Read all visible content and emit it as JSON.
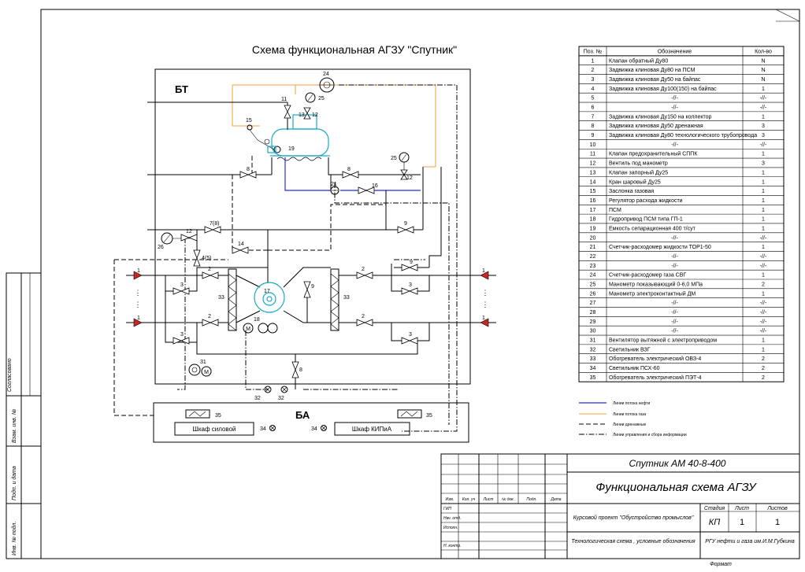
{
  "diagram": {
    "title": "Схема функциональная АГЗУ \"Спутник\"",
    "block_bt": "БТ",
    "block_ba": "БА",
    "cabinet_power": "Шкаф силовой",
    "cabinet_kip": "Шкаф КИПиА",
    "labels": {
      "l11": "11",
      "l13": "13",
      "l12a": "12",
      "l24": "24",
      "l25a": "25",
      "l15": "15",
      "l19": "19",
      "l8a": "8",
      "l8b": "8",
      "l21": "21",
      "l16": "16",
      "l25b": "25",
      "l12b": "12",
      "l7": "7(8)",
      "l9a": "9",
      "l26": "26",
      "l12c": "12",
      "l14": "14",
      "l4": "4(5)",
      "l9b": "9",
      "l1a": "1",
      "l1b": "1",
      "l1c": "1",
      "l1d": "1",
      "l2a": "2",
      "l2b": "2",
      "l2c": "2",
      "l2d": "2",
      "l3a": "3",
      "l3b": "3",
      "l3c": "3",
      "l3d": "3",
      "l33a": "33",
      "l33b": "33",
      "l17": "17",
      "l9c": "9",
      "l18": "18",
      "l31": "31",
      "l8c": "8",
      "l32a": "32",
      "l32b": "32",
      "l35a": "35",
      "l35b": "35",
      "l34a": "34",
      "l34b": "34"
    },
    "legend": [
      "Линии потока нефти",
      "Линии потока газа",
      "Линии дренажные",
      "Линии управления и сбора информации"
    ]
  },
  "spec_table": {
    "headers": [
      "Поз. №",
      "Обозначение",
      "Кол-во"
    ],
    "rows": [
      [
        "1",
        "Клапан обратный Ду80",
        "N"
      ],
      [
        "2",
        "Задвижка клиновая Ду80 на ПСМ",
        "N"
      ],
      [
        "3",
        "Задвижка клиновая Ду50 на байпас",
        "N"
      ],
      [
        "4",
        "Задвижка клиновая Ду100(150) на байпас",
        "1"
      ],
      [
        "5",
        "-//-",
        "-//-"
      ],
      [
        "6",
        "-//-",
        "-//-"
      ],
      [
        "7",
        "Задвижка клиновая Ду150 на коллектор",
        "1"
      ],
      [
        "8",
        "Задвижка клиновая Ду50 дренажная",
        "3"
      ],
      [
        "9",
        "Задвижка клиновая Ду80 технологического трубопровода",
        "3"
      ],
      [
        "10",
        "-//-",
        "-//-"
      ],
      [
        "11",
        "Клапан предохранительный СППК",
        "1"
      ],
      [
        "12",
        "Вентиль под манометр",
        "3"
      ],
      [
        "13",
        "Клапан запорный Ду25",
        "1"
      ],
      [
        "14",
        "Кран шаровый Ду25",
        "1"
      ],
      [
        "15",
        "Заслонка газовая",
        "1"
      ],
      [
        "16",
        "Регулятор расхода жидкости",
        "1"
      ],
      [
        "17",
        "ПСМ",
        "1"
      ],
      [
        "18",
        "Гидропривод ПСМ типа ГП-1",
        "1"
      ],
      [
        "19",
        "Емкость сепарационная 400 т/сут",
        "1"
      ],
      [
        "20",
        "-//-",
        "-//-"
      ],
      [
        "21",
        "Счетчик-расходомер жидкости ТОР1-50",
        "1"
      ],
      [
        "22",
        "-//-",
        "-//-"
      ],
      [
        "23",
        "-//-",
        "-//-"
      ],
      [
        "24",
        "Счетчик-расходомер газа СВГ",
        "1"
      ],
      [
        "25",
        "Манометр показывающий 0-6,0 МПа",
        "2"
      ],
      [
        "26",
        "Манометр электроконтактный ДМ",
        "1"
      ],
      [
        "27",
        "-//-",
        "-//-"
      ],
      [
        "28",
        "-//-",
        "-//-"
      ],
      [
        "29",
        "-//-",
        "-//-"
      ],
      [
        "30",
        "-//-",
        "-//-"
      ],
      [
        "31",
        "Вентилятор вытяжной с электроприводом",
        "1"
      ],
      [
        "32",
        "Светильник ВЗГ",
        "1"
      ],
      [
        "33",
        "Обогреватель электрический ОВЗ-4",
        "2"
      ],
      [
        "34",
        "Светильник ПСХ-60",
        "2"
      ],
      [
        "35",
        "Обогреватель электрический ПЭТ-4",
        "2"
      ]
    ]
  },
  "title_block": {
    "designation": "Спутник АМ 40-8-400",
    "drawing_title": "Функциональная схема АГЗУ",
    "project": "Курсовой проект \"Обустройство промыслов\"",
    "sheet_name": "Технологическая схема , условные обозначения",
    "organization": "РГУ нефти и газа им.И.М.Губкина",
    "stage_header": "Стадия",
    "sheet_header": "Лист",
    "sheets_header": "Листов",
    "stage": "КП",
    "sheet": "1",
    "sheets": "1",
    "columns": [
      "Изм.",
      "Кол. уч",
      "Лист",
      "№ док.",
      "Подп.",
      "Дата"
    ],
    "roles": [
      "ГИП",
      "Нач. отд.",
      "Исполн.",
      "Н. контр."
    ],
    "format": "Формат"
  },
  "side_stamps": [
    "Инв. № подл.",
    "Подп. и дата",
    "Взам. инв. №",
    "Согласовано"
  ]
}
